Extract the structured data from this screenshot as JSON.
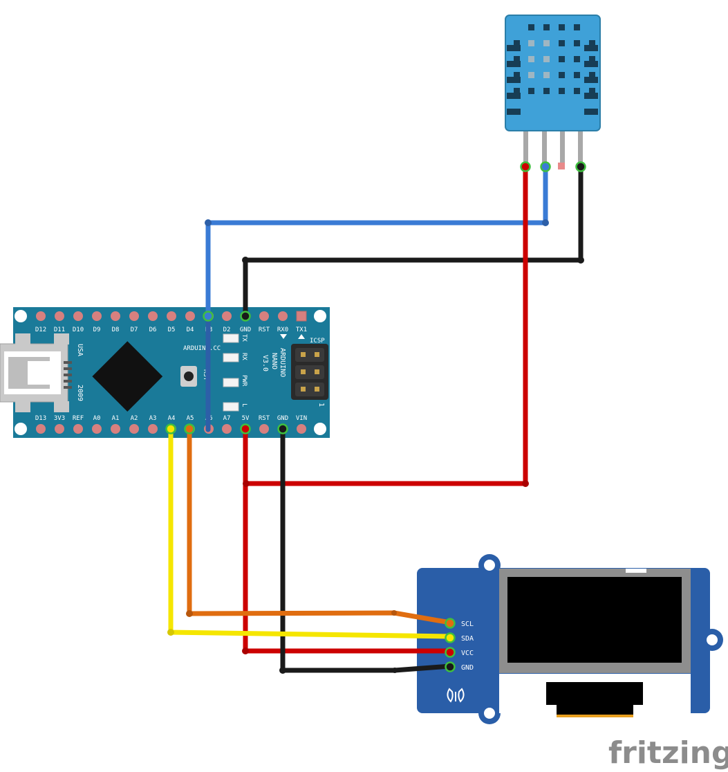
{
  "nano": {
    "top_pins": [
      "D12",
      "D11",
      "D10",
      "D9",
      "D8",
      "D7",
      "D6",
      "D5",
      "D4",
      "D3",
      "D2",
      "GND",
      "RST",
      "RX0",
      "TX1"
    ],
    "bottom_pins": [
      "D13",
      "3V3",
      "REF",
      "A0",
      "A1",
      "A2",
      "A3",
      "A4",
      "A5",
      "A6",
      "A7",
      "5V",
      "RST",
      "GND",
      "VIN"
    ],
    "usa_label": "USA",
    "year_label": "2009",
    "website": "ARDUINO.CC",
    "rst_button_label": "RST",
    "model_line1": "ARDUINO",
    "model_line2": "NANO",
    "model_line3": "V3.0",
    "icsp_label": "ICSP",
    "led_labels": [
      "TX",
      "RX",
      "PWR",
      "L"
    ],
    "icsp_pin1_marker": "1"
  },
  "oled": {
    "pins": [
      "SCL",
      "SDA",
      "VCC",
      "GND"
    ]
  },
  "branding": {
    "logo_text": "fritzing"
  },
  "colors": {
    "board_teal": "#1a7a99",
    "pin_red": "#d7807f",
    "wire_blue": "#3a7bd5",
    "wire_black": "#1a1a1a",
    "wire_red": "#cc0000",
    "wire_yellow": "#f5e600",
    "wire_orange": "#e06d10",
    "sensor_blue": "#3fa1d8",
    "oled_board_blue": "#2a5ea8",
    "pin_highlight_green": "#3fbf3f"
  },
  "icons": {
    "oled_logo": "seeed-logo-icon",
    "dht_sensor": "dht11-sensor-icon",
    "usb": "mini-usb-connector-icon",
    "chip": "microcontroller-chip-icon"
  }
}
